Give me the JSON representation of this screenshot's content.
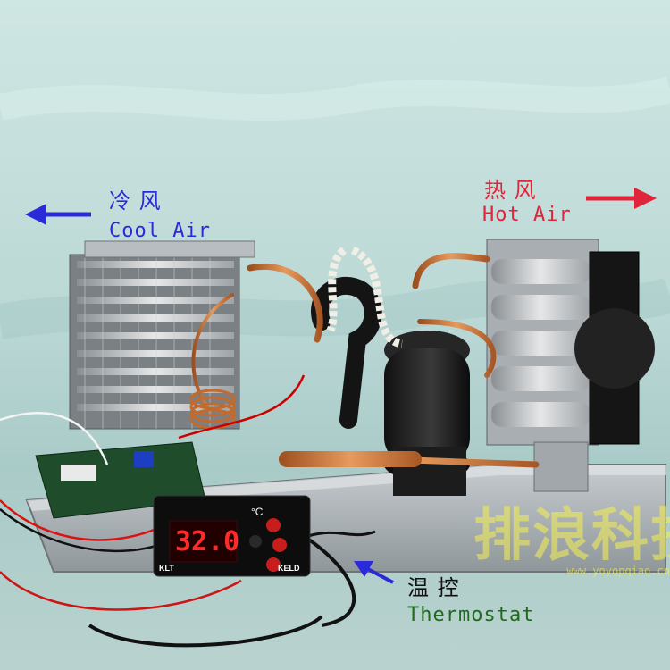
{
  "labels": {
    "cool_cn": "冷 风",
    "cool_en": "Cool Air",
    "hot_cn": "热 风",
    "hot_en": "Hot Air",
    "thermo_cn": "温 控",
    "thermo_en": "Thermostat"
  },
  "controller": {
    "display_value": "32.0",
    "unit": "°C",
    "brand_left": "KLT",
    "brand_right": "KELD"
  },
  "watermark": {
    "text": "排浪科技",
    "url": "www.yoyopqiao.cn"
  },
  "colors": {
    "cool_arrow": "#2a2ad8",
    "hot_arrow": "#e0243a",
    "display_red": "#ff2b2b"
  }
}
